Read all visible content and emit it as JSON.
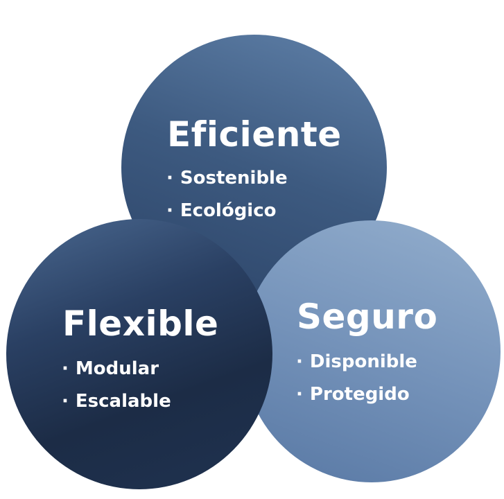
{
  "circles": [
    {
      "title": "Eficiente",
      "items": [
        "Sostenible",
        "Ecológico"
      ]
    },
    {
      "title": "Flexible",
      "items": [
        "Modular",
        "Escalable"
      ]
    },
    {
      "title": "Seguro",
      "items": [
        "Disponible",
        "Protegido"
      ]
    }
  ],
  "bullet": "·",
  "colors": {
    "top": "#3d5a80",
    "left": "#1c2c46",
    "right": "#7593ba",
    "text": "#ffffff"
  }
}
